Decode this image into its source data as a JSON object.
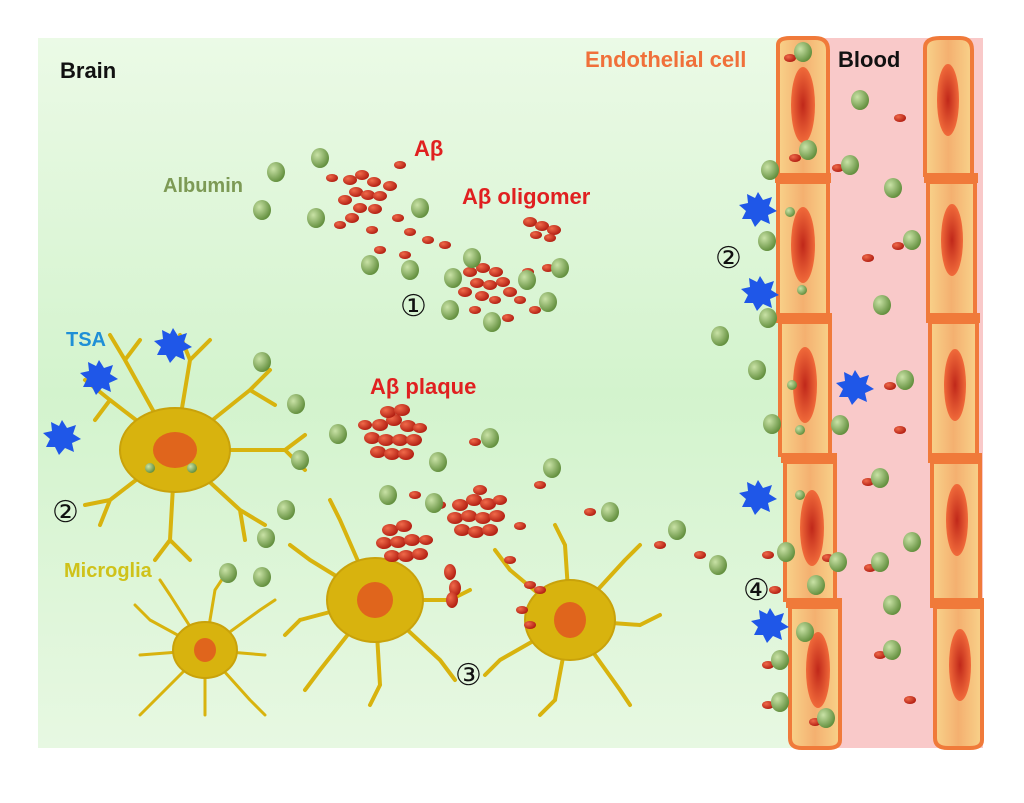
{
  "labels": {
    "brain": "Brain",
    "blood": "Blood",
    "endothelial_cell": "Endothelial cell",
    "albumin": "Albumin",
    "abeta": "Aβ",
    "abeta_oligomer": "Aβ oligomer",
    "abeta_plaque": "Aβ plaque",
    "tsa": "TSA",
    "microglia": "Microglia"
  },
  "markers": {
    "step1": "①",
    "step2_left": "②",
    "step2_right": "②",
    "step3": "③",
    "step4": "④"
  },
  "colors": {
    "brain_bg": "#dcf7d6",
    "blood_bg": "#f9c9c9",
    "endothelial": "#f08a4b",
    "abeta": "#d9301c",
    "albumin": "#7fa85a",
    "tsa": "#1f57e8",
    "microglia": "#d8b30e",
    "microglia_nucleus": "#e0651c",
    "label_red": "#e02020",
    "label_albumin": "#7d9a55",
    "label_tsa": "#1f8fd6",
    "label_microglia": "#cfc21a",
    "label_endothelial": "#f0703a"
  }
}
